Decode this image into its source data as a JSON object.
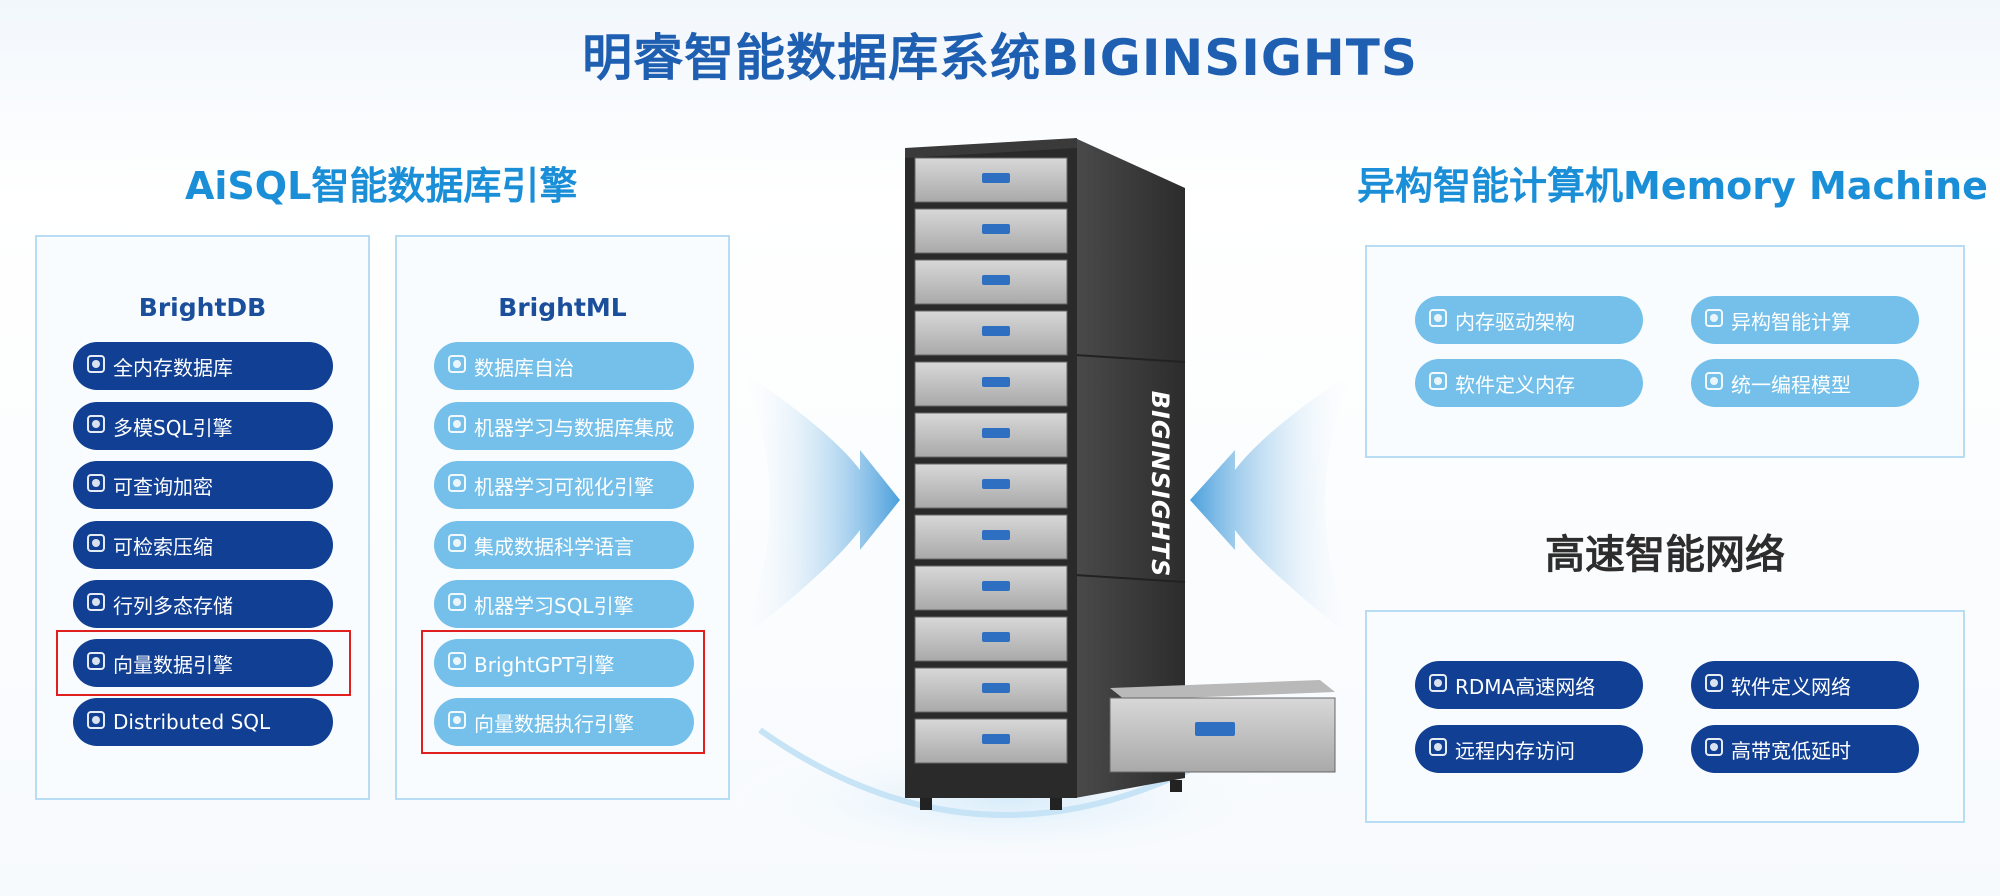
{
  "title": "明睿智能数据库系统BIGINSIGHTS",
  "colors": {
    "title_blue": "#1f5fb1",
    "section_blue": "#1a8fd8",
    "pill_dark": "#103f93",
    "pill_light": "#74c0ea",
    "panel_border": "#b8dcf3",
    "highlight_red": "#e02020"
  },
  "left_section": {
    "title": "AiSQL智能数据库引擎",
    "brightdb": {
      "title": "BrightDB",
      "items": [
        "全内存数据库",
        "多模SQL引擎",
        "可查询加密",
        "可检索压缩",
        "行列多态存储",
        "向量数据引擎",
        "Distributed SQL"
      ],
      "highlighted": [
        "向量数据引擎"
      ]
    },
    "brightml": {
      "title": "BrightML",
      "items": [
        "数据库自治",
        "机器学习与数据库集成",
        "机器学习可视化引擎",
        "集成数据科学语言",
        "机器学习SQL引擎",
        "BrightGPT引擎",
        "向量数据执行引擎"
      ],
      "highlighted": [
        "BrightGPT引擎",
        "向量数据执行引擎"
      ]
    }
  },
  "right_section": {
    "title": "异构智能计算机Memory Machine",
    "memory_items": [
      "内存驱动架构",
      "异构智能计算",
      "软件定义内存",
      "统一编程模型"
    ],
    "network_title": "高速智能网络",
    "network_items": [
      "RDMA高速网络",
      "软件定义网络",
      "远程内存访问",
      "高带宽低延时"
    ]
  },
  "server": {
    "label": "BIGINSIGHTS"
  }
}
